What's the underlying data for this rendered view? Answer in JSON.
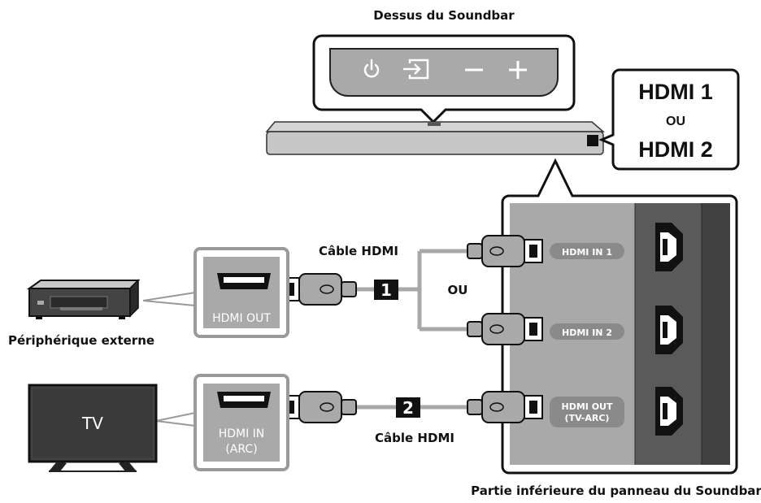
{
  "labels": {
    "top_caption": "Dessus du Soundbar",
    "bottom_caption": "Partie inférieure du panneau du Soundbar",
    "external_device": "Périphérique externe",
    "cable_top": "Câble HDMI",
    "cable_bottom": "Câble HDMI",
    "ou_middle": "OU"
  },
  "callout": {
    "line1": "HDMI 1",
    "line2": "OU",
    "line3": "HDMI 2"
  },
  "ports_left": {
    "device_port": "HDMI OUT",
    "tv_port_line1": "HDMI IN",
    "tv_port_line2": "(ARC)"
  },
  "ports_right": {
    "in1": "HDMI IN 1",
    "in2": "HDMI IN 2",
    "out_line1": "HDMI OUT",
    "out_line2": "(TV-ARC)"
  },
  "tv_label": "TV",
  "step_numbers": [
    "1",
    "2"
  ],
  "top_buttons": [
    "power-icon",
    "input-source-icon",
    "volume-down-icon",
    "volume-up-icon"
  ]
}
